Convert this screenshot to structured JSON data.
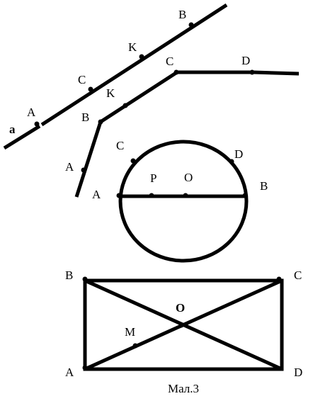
{
  "line_figure": {
    "line_label": "a",
    "points": [
      "A",
      "C",
      "K",
      "B"
    ]
  },
  "polyline_figure": {
    "points": [
      "A",
      "B",
      "K",
      "C",
      "D"
    ]
  },
  "circle_figure": {
    "points": [
      "A",
      "C",
      "P",
      "O",
      "D",
      "B"
    ]
  },
  "rectangle_figure": {
    "vertices": [
      "B",
      "C",
      "A",
      "D"
    ],
    "center": "O",
    "point_m": "M"
  },
  "caption": "Мал.3"
}
